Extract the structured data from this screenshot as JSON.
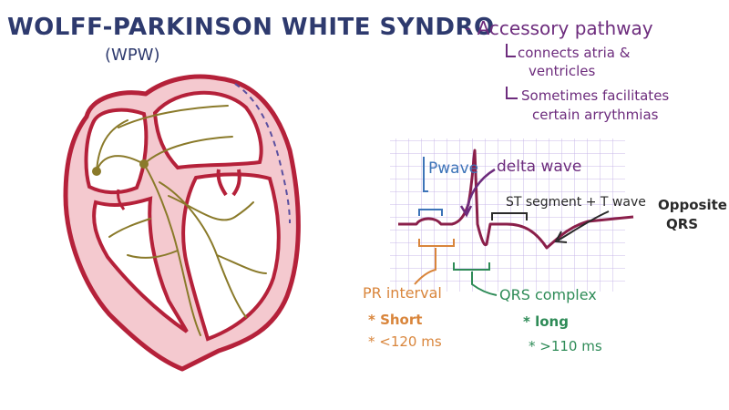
{
  "title": {
    "main": "WOLFF-PARKINSON WHITE SYNDRO",
    "abbr": "(WPW)"
  },
  "notes": {
    "heading": "- Accessory pathway",
    "line1a": "connects atria &",
    "line1b": "ventricles",
    "line2a": "Sometimes facilitates",
    "line2b": "certain arrythmias"
  },
  "ecg": {
    "p_wave": "Pwave",
    "delta_wave": "delta wave",
    "st_t": "ST segment + T wave",
    "opposite1": "Opposite",
    "opposite2": "QRS",
    "pr_label": "PR interval",
    "pr_note1": "* Short",
    "pr_note2": "* <120 ms",
    "qrs_label": "QRS complex",
    "qrs_note1": "* long",
    "qrs_note2": "* >110 ms"
  },
  "colors": {
    "title_navy": "#2e3a6e",
    "purple": "#6d2c7d",
    "heart_red": "#b5213a",
    "heart_fill": "#f4c9cf",
    "conduction": "#8a7a2a",
    "accessory": "#5a4fa0",
    "p_blue": "#3d74b8",
    "orange": "#d9853b",
    "green": "#2e8b57",
    "maroon": "#8a1f4a",
    "grid": "#c9b8e8"
  }
}
